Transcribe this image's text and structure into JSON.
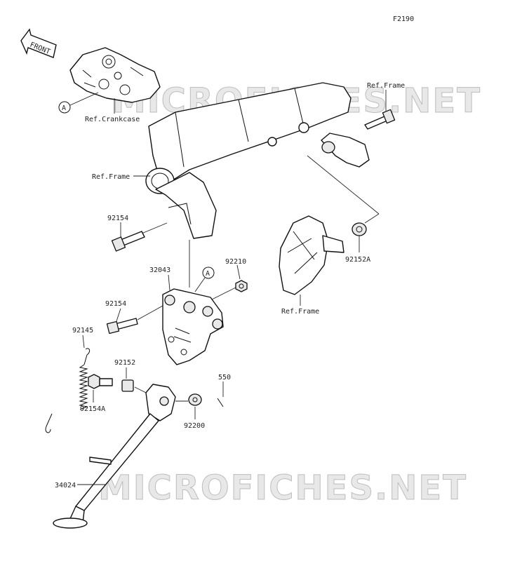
{
  "diagram_code": "F2190",
  "front_label": "FRONT",
  "callout_letter": "A",
  "watermark": "MICROFICHES.NET",
  "labels": {
    "ref_crankcase": "Ref.Crankcase",
    "ref_frame_top": "Ref.Frame",
    "ref_frame_left": "Ref.Frame",
    "ref_frame_right": "Ref.Frame",
    "p92154_a": "92154",
    "p92154_b": "92154",
    "p32043": "32043",
    "p92210": "92210",
    "p92152A": "92152A",
    "p92145": "92145",
    "p92152": "92152",
    "p92154A": "92154A",
    "p550": "550",
    "p92200": "92200",
    "p34024": "34024"
  }
}
